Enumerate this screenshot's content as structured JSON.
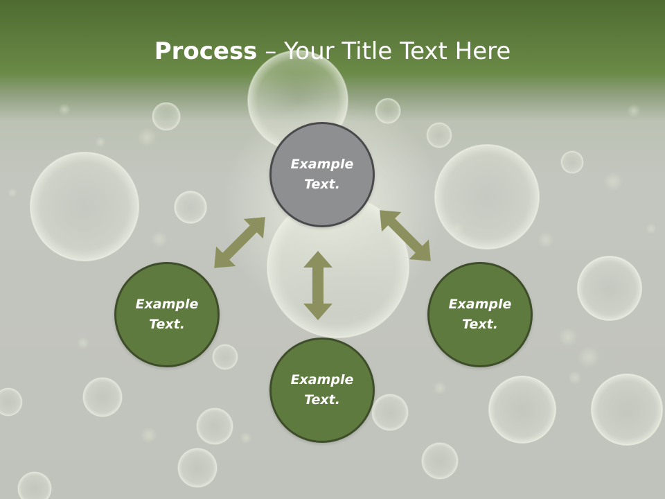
{
  "slide": {
    "title_bold": "Process",
    "title_rest": " – Your Title Text Here"
  },
  "nodes": {
    "top": {
      "line1": "Example",
      "line2": "Text."
    },
    "left": {
      "line1": "Example",
      "line2": "Text."
    },
    "right": {
      "line1": "Example",
      "line2": "Text."
    },
    "bottom": {
      "line1": "Example",
      "line2": "Text."
    }
  },
  "colors": {
    "header_green": "#5a7838",
    "node_green": "#5f7a3e",
    "node_grey": "#8e8f91",
    "arrow": "#8c8f5e",
    "background": "#c1c4bc"
  },
  "decoration": "bubbles"
}
